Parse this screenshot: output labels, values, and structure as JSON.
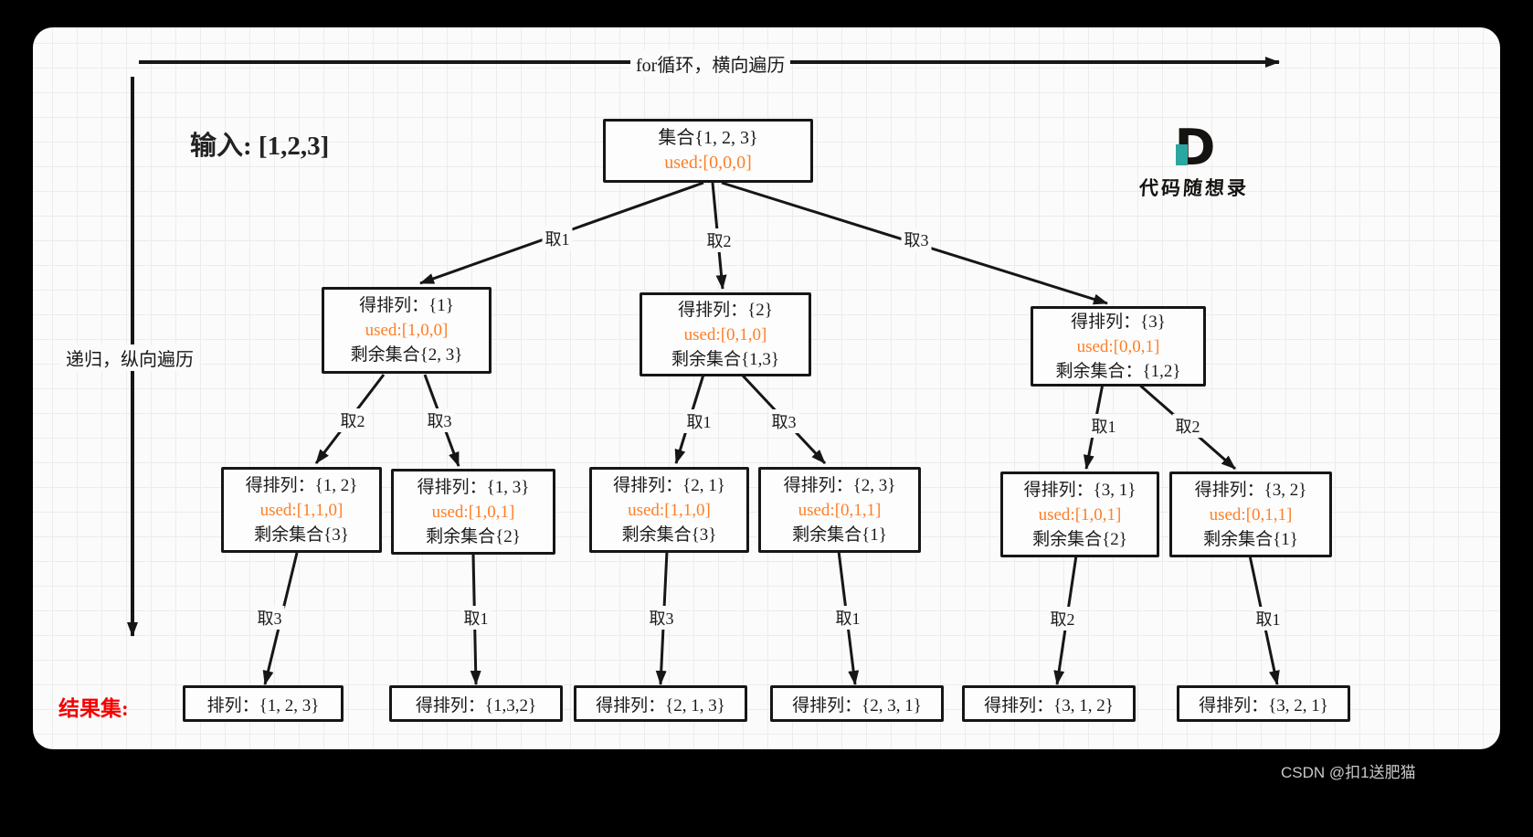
{
  "brand": {
    "logo_letter": "D",
    "logo_text": "代码随想录"
  },
  "watermark": "CSDN @扣1送肥猫",
  "diagram": {
    "top_axis_label": "for循环，横向遍历",
    "left_axis_label": "递归，纵向遍历",
    "input_label": "输入: [1,2,3]",
    "result_set_label": "结果集:",
    "colors": {
      "used_text": "#ff7e26",
      "result_label_red": "#f40000",
      "line_black": "#161616",
      "logo_teal": "#2aa7a0"
    },
    "root": {
      "title": "集合{1, 2, 3}",
      "used": "used:[0,0,0]"
    },
    "level2": [
      {
        "title": "得排列：{1}",
        "used": "used:[1,0,0]",
        "remain": "剩余集合{2, 3}"
      },
      {
        "title": "得排列：{2}",
        "used": "used:[0,1,0]",
        "remain": "剩余集合{1,3}"
      },
      {
        "title": "得排列：{3}",
        "used": "used:[0,0,1]",
        "remain": "剩余集合：{1,2}"
      }
    ],
    "level3": [
      {
        "title": "得排列：{1, 2}",
        "used": "used:[1,1,0]",
        "remain": "剩余集合{3}"
      },
      {
        "title": "得排列：{1, 3}",
        "used": "used:[1,0,1]",
        "remain": "剩余集合{2}"
      },
      {
        "title": "得排列：{2, 1}",
        "used": "used:[1,1,0]",
        "remain": "剩余集合{3}"
      },
      {
        "title": "得排列：{2, 3}",
        "used": "used:[0,1,1]",
        "remain": "剩余集合{1}"
      },
      {
        "title": "得排列：{3, 1}",
        "used": "used:[1,0,1]",
        "remain": "剩余集合{2}"
      },
      {
        "title": "得排列：{3, 2}",
        "used": "used:[0,1,1]",
        "remain": "剩余集合{1}"
      }
    ],
    "results": [
      "排列：{1, 2, 3}",
      "得排列：{1,3,2}",
      "得排列：{2, 1, 3}",
      "得排列：{2, 3, 1}",
      "得排列：{3, 1, 2}",
      "得排列：{3, 2, 1}"
    ],
    "edge_labels": {
      "l1": [
        "取1",
        "取2",
        "取3"
      ],
      "l2": [
        "取2",
        "取3",
        "取1",
        "取3",
        "取1",
        "取2"
      ],
      "l3": [
        "取3",
        "取1",
        "取3",
        "取1",
        "取2",
        "取1"
      ]
    }
  }
}
